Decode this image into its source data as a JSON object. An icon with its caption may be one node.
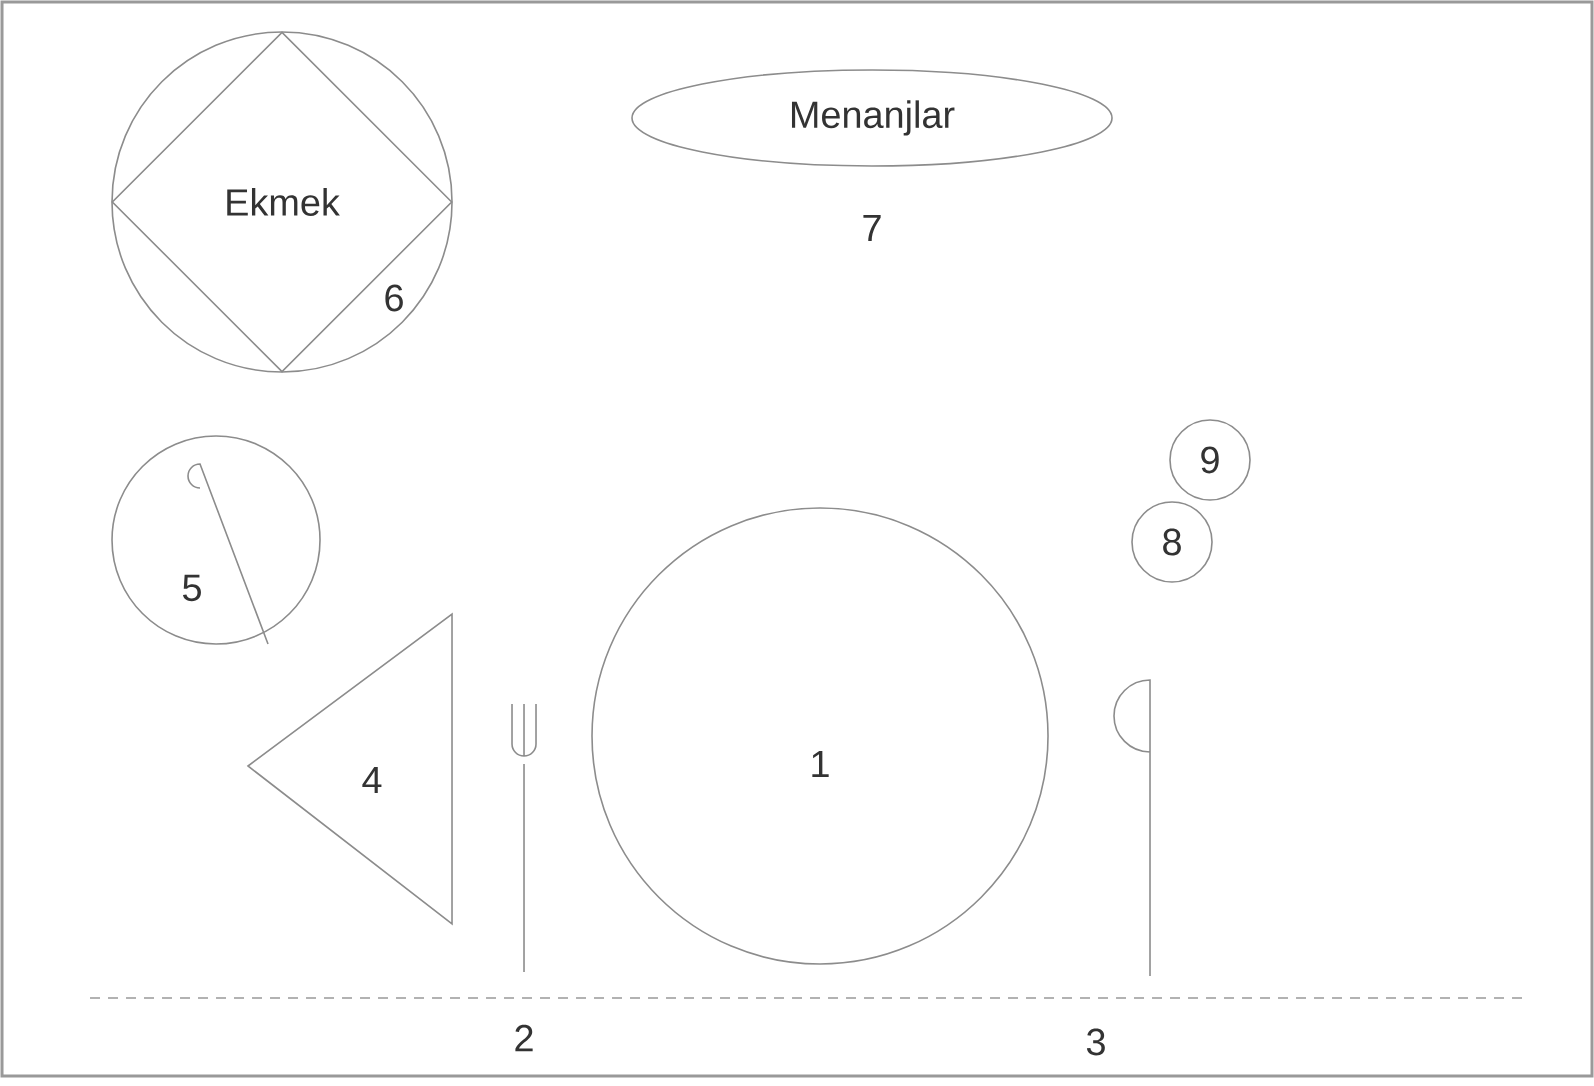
{
  "diagram": {
    "nodes": [
      {
        "text": [
          "1"
        ]
      },
      {
        "text": [
          "4"
        ]
      },
      {
        "text": [
          "5"
        ]
      },
      {
        "text": [
          "6"
        ]
      },
      {
        "text": [
          "Ekmek"
        ],
        "in": 3
      },
      {
        "text": [
          "Menanjlar"
        ],
        "beside": [
          "7"
        ]
      },
      {
        "text": [
          "8"
        ]
      },
      {
        "text": [
          "9"
        ]
      }
    ],
    "labels": [
      "2",
      "3"
    ]
  }
}
